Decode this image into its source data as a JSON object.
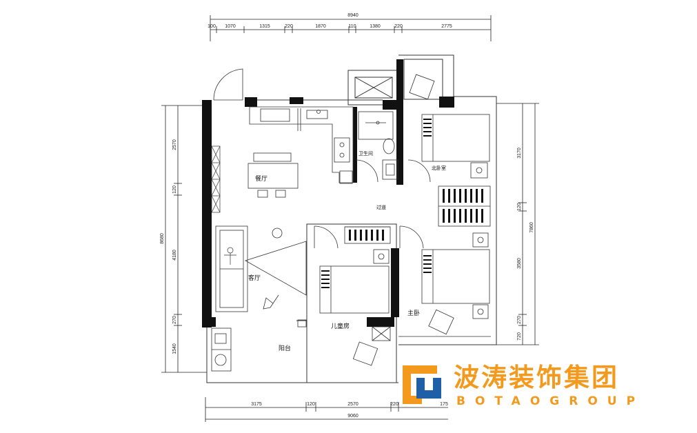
{
  "dimensions": {
    "top_total": "8940",
    "top_segments": [
      "100",
      "1070",
      "1315",
      "220",
      "1870",
      "110",
      "1380",
      "220",
      "2775"
    ],
    "bottom_segments": [
      "3175",
      "120",
      "2570",
      "220",
      "175"
    ],
    "bottom_total": "9060",
    "left_total": "8680",
    "left_segments": [
      "2570",
      "120",
      "4180",
      "270",
      "1540"
    ],
    "right_total": "7860",
    "right_segments": [
      "3170",
      "120",
      "3580",
      "270",
      "720"
    ]
  },
  "rooms": {
    "dining": "餐厅",
    "bathroom": "卫生间",
    "second_bedroom": "北卧室",
    "corridor": "过道",
    "living": "客厅",
    "kids_room": "儿童房",
    "master_bedroom": "主卧",
    "balcony": "阳台"
  },
  "logo": {
    "name_cn": "波涛装饰集团",
    "name_en": "BOTAOGROUP",
    "color_orange": "#f39a1e",
    "color_blue": "#1e5fa8"
  }
}
